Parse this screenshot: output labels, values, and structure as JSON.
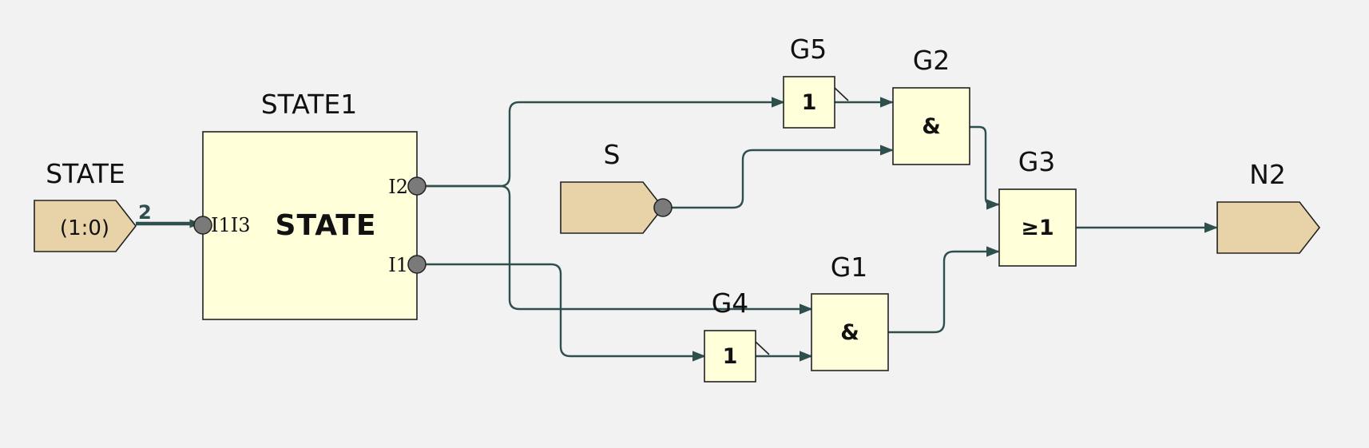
{
  "input_port": {
    "name": "STATE",
    "value": "(1:0)",
    "bus_width": "2"
  },
  "state_block": {
    "instance": "STATE1",
    "body": "STATE",
    "pin_in": "I1I3",
    "pin_i2": "I2",
    "pin_i1": "I1"
  },
  "signal_s": {
    "name": "S"
  },
  "gates": {
    "g5": {
      "name": "G5",
      "symbol": "1"
    },
    "g2": {
      "name": "G2",
      "symbol": "&"
    },
    "g3": {
      "name": "G3",
      "symbol": "≥1"
    },
    "g4": {
      "name": "G4",
      "symbol": "1"
    },
    "g1": {
      "name": "G1",
      "symbol": "&"
    }
  },
  "output_port": {
    "name": "N2"
  },
  "colors": {
    "wire": "#2f4f4f",
    "block_fill": "#ffffd9",
    "port_fill": "#e8d2a8",
    "pin_fill": "#7a7a7a",
    "background": "#f2f2f2"
  }
}
